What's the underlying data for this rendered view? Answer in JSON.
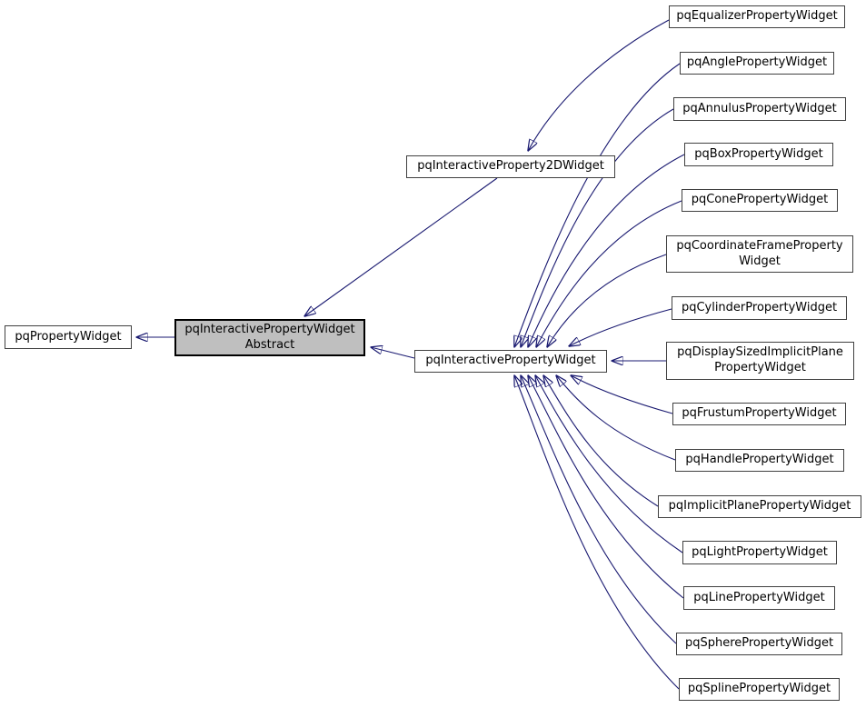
{
  "diagram": {
    "type": "class-inheritance-graph",
    "colors": {
      "edge": "#191970",
      "node_fill": "#ffffff",
      "node_border": "#404040",
      "highlight_fill": "#bfbfbf",
      "highlight_border": "#000000",
      "text": "#000000",
      "background": "#ffffff"
    }
  },
  "nodes": [
    {
      "id": "pqPropertyWidget",
      "label": "pqPropertyWidget",
      "highlighted": false
    },
    {
      "id": "pqInteractivePropertyWidgetAbstract",
      "label": "pqInteractivePropertyWidget\nAbstract",
      "highlighted": true
    },
    {
      "id": "pqInteractiveProperty2DWidget",
      "label": "pqInteractiveProperty2DWidget",
      "highlighted": false
    },
    {
      "id": "pqInteractivePropertyWidget",
      "label": "pqInteractivePropertyWidget",
      "highlighted": false
    },
    {
      "id": "pqEqualizerPropertyWidget",
      "label": "pqEqualizerPropertyWidget",
      "highlighted": false
    },
    {
      "id": "pqAnglePropertyWidget",
      "label": "pqAnglePropertyWidget",
      "highlighted": false
    },
    {
      "id": "pqAnnulusPropertyWidget",
      "label": "pqAnnulusPropertyWidget",
      "highlighted": false
    },
    {
      "id": "pqBoxPropertyWidget",
      "label": "pqBoxPropertyWidget",
      "highlighted": false
    },
    {
      "id": "pqConePropertyWidget",
      "label": "pqConePropertyWidget",
      "highlighted": false
    },
    {
      "id": "pqCoordinateFramePropertyWidget",
      "label": "pqCoordinateFrameProperty\nWidget",
      "highlighted": false
    },
    {
      "id": "pqCylinderPropertyWidget",
      "label": "pqCylinderPropertyWidget",
      "highlighted": false
    },
    {
      "id": "pqDisplaySizedImplicitPlanePropertyWidget",
      "label": "pqDisplaySizedImplicitPlane\nPropertyWidget",
      "highlighted": false
    },
    {
      "id": "pqFrustumPropertyWidget",
      "label": "pqFrustumPropertyWidget",
      "highlighted": false
    },
    {
      "id": "pqHandlePropertyWidget",
      "label": "pqHandlePropertyWidget",
      "highlighted": false
    },
    {
      "id": "pqImplicitPlanePropertyWidget",
      "label": "pqImplicitPlanePropertyWidget",
      "highlighted": false
    },
    {
      "id": "pqLightPropertyWidget",
      "label": "pqLightPropertyWidget",
      "highlighted": false
    },
    {
      "id": "pqLinePropertyWidget",
      "label": "pqLinePropertyWidget",
      "highlighted": false
    },
    {
      "id": "pqSpherePropertyWidget",
      "label": "pqSpherePropertyWidget",
      "highlighted": false
    },
    {
      "id": "pqSplinePropertyWidget",
      "label": "pqSplinePropertyWidget",
      "highlighted": false
    }
  ],
  "edges": [
    {
      "from": "pqInteractivePropertyWidgetAbstract",
      "to": "pqPropertyWidget",
      "relation": "inherits"
    },
    {
      "from": "pqInteractiveProperty2DWidget",
      "to": "pqInteractivePropertyWidgetAbstract",
      "relation": "inherits"
    },
    {
      "from": "pqInteractivePropertyWidget",
      "to": "pqInteractivePropertyWidgetAbstract",
      "relation": "inherits"
    },
    {
      "from": "pqEqualizerPropertyWidget",
      "to": "pqInteractiveProperty2DWidget",
      "relation": "inherits"
    },
    {
      "from": "pqAnglePropertyWidget",
      "to": "pqInteractivePropertyWidget",
      "relation": "inherits"
    },
    {
      "from": "pqAnnulusPropertyWidget",
      "to": "pqInteractivePropertyWidget",
      "relation": "inherits"
    },
    {
      "from": "pqBoxPropertyWidget",
      "to": "pqInteractivePropertyWidget",
      "relation": "inherits"
    },
    {
      "from": "pqConePropertyWidget",
      "to": "pqInteractivePropertyWidget",
      "relation": "inherits"
    },
    {
      "from": "pqCoordinateFramePropertyWidget",
      "to": "pqInteractivePropertyWidget",
      "relation": "inherits"
    },
    {
      "from": "pqCylinderPropertyWidget",
      "to": "pqInteractivePropertyWidget",
      "relation": "inherits"
    },
    {
      "from": "pqDisplaySizedImplicitPlanePropertyWidget",
      "to": "pqInteractivePropertyWidget",
      "relation": "inherits"
    },
    {
      "from": "pqFrustumPropertyWidget",
      "to": "pqInteractivePropertyWidget",
      "relation": "inherits"
    },
    {
      "from": "pqHandlePropertyWidget",
      "to": "pqInteractivePropertyWidget",
      "relation": "inherits"
    },
    {
      "from": "pqImplicitPlanePropertyWidget",
      "to": "pqInteractivePropertyWidget",
      "relation": "inherits"
    },
    {
      "from": "pqLightPropertyWidget",
      "to": "pqInteractivePropertyWidget",
      "relation": "inherits"
    },
    {
      "from": "pqLinePropertyWidget",
      "to": "pqInteractivePropertyWidget",
      "relation": "inherits"
    },
    {
      "from": "pqSpherePropertyWidget",
      "to": "pqInteractivePropertyWidget",
      "relation": "inherits"
    },
    {
      "from": "pqSplinePropertyWidget",
      "to": "pqInteractivePropertyWidget",
      "relation": "inherits"
    }
  ]
}
